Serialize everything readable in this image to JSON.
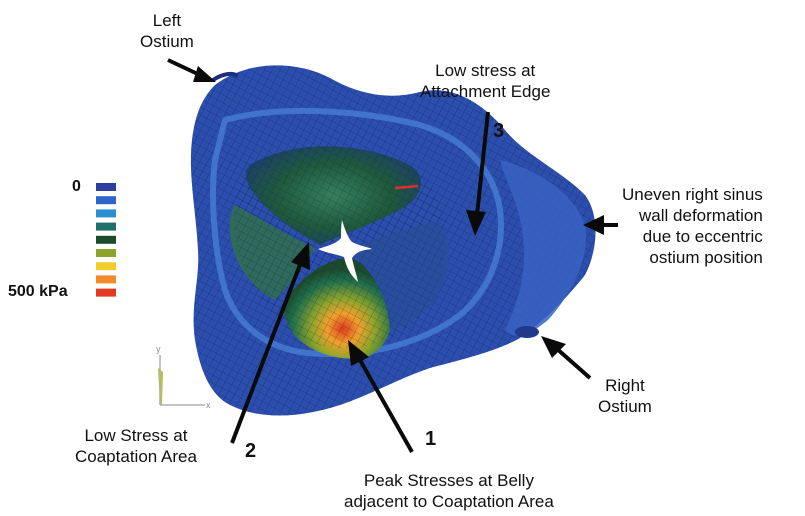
{
  "labels": {
    "left_ostium": [
      "Left",
      "Ostium"
    ],
    "attachment_edge": [
      "Low stress at",
      "Attachment Edge"
    ],
    "right_sinus": [
      "Uneven right sinus",
      "wall deformation",
      "due to eccentric",
      "ostium position"
    ],
    "right_ostium": [
      "Right",
      "Ostium"
    ],
    "coaptation": [
      "Low Stress at",
      "Coaptation Area"
    ],
    "peak": [
      "Peak Stresses at Belly",
      "adjacent to Coaptation Area"
    ]
  },
  "numbers": {
    "n1": "1",
    "n2": "2",
    "n3": "3"
  },
  "legend": {
    "min_label": "0",
    "max_label": "500 kPa",
    "colors": [
      "#2a3f9e",
      "#2d66c8",
      "#2a8fd0",
      "#1f6f6a",
      "#1d4a2a",
      "#8da42a",
      "#f2cc2a",
      "#f08a2a",
      "#e23a1e"
    ]
  }
}
